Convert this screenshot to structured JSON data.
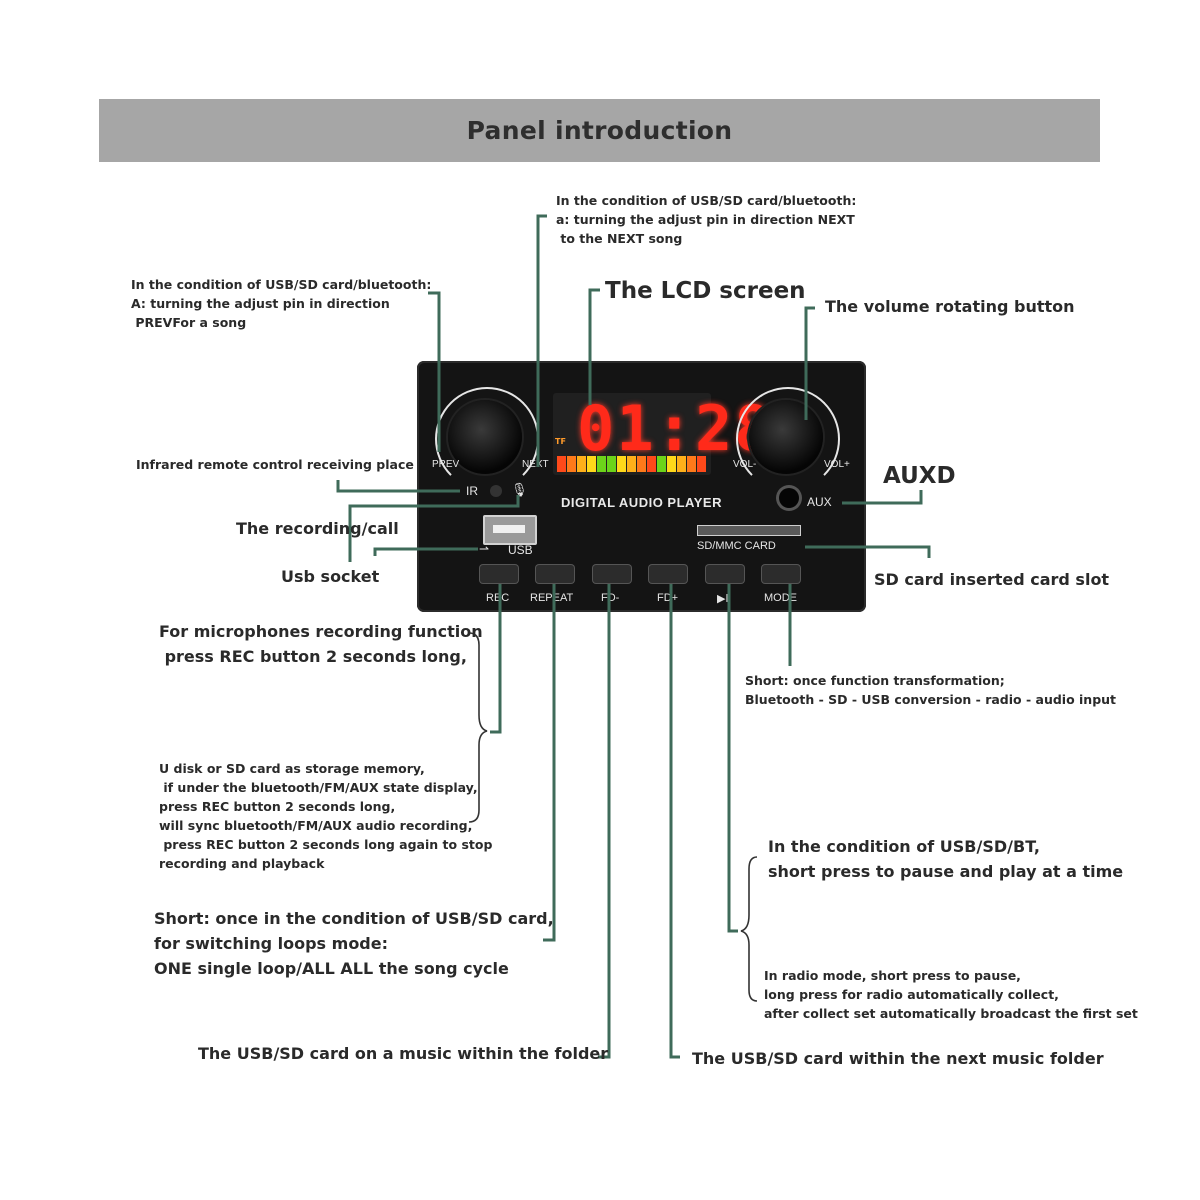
{
  "banner": {
    "title": "Panel introduction"
  },
  "panel": {
    "lcd_digits": "01:28",
    "lcd_tf": "TF",
    "title": "DIGITAL AUDIO PLAYER",
    "prev": "PREV",
    "next": "NEXT",
    "vol_minus": "VOL-",
    "vol_plus": "VOL+",
    "ir": "IR",
    "aux": "AUX",
    "usb": "USB",
    "sd_card": "SD/MMC CARD",
    "buttons": [
      "REC",
      "REPEAT",
      "FD-",
      "FD+",
      "▶‖",
      "MODE"
    ],
    "bar_colors": [
      "#ff4a1a",
      "#ff7a1a",
      "#ffb01a",
      "#ffd81a",
      "#6cd41a"
    ]
  },
  "annotations": {
    "next_note": "In the condition of USB/SD card/bluetooth:\na: turning the adjust pin in direction NEXT\n to the NEXT song",
    "prev_note": "In the condition of USB/SD card/bluetooth:\nA: turning the adjust pin in direction\n PREVFor a song",
    "lcd": "The LCD screen",
    "volume": "The volume rotating button",
    "infrared": "Infrared remote control receiving place",
    "auxd": "AUXD",
    "recording": "The recording/call",
    "usb_socket": "Usb socket",
    "sd_slot": "SD card inserted card slot",
    "mic_recording": "For microphones recording function\n press REC button 2 seconds long,",
    "storage": "U disk or SD card as storage memory,\n if under the bluetooth/FM/AUX state display,\npress REC button 2 seconds long,\nwill sync bluetooth/FM/AUX audio recording,\n press REC button 2 seconds long again to stop\nrecording and playback",
    "mode": "Short: once function transformation;\nBluetooth - SD - USB conversion - radio - audio input",
    "pause_play": "In the condition of USB/SD/BT,\nshort press to pause and play at a time",
    "repeat": "Short: once in the condition of USB/SD card,\nfor switching loops mode:\nONE single loop/ALL ALL the song cycle",
    "radio": "In radio mode, short press to pause,\nlong press for radio automatically collect,\nafter collect set automatically broadcast the first set",
    "prev_folder": "The USB/SD card on a music within the folder",
    "next_folder": "The USB/SD card within the next music folder"
  }
}
